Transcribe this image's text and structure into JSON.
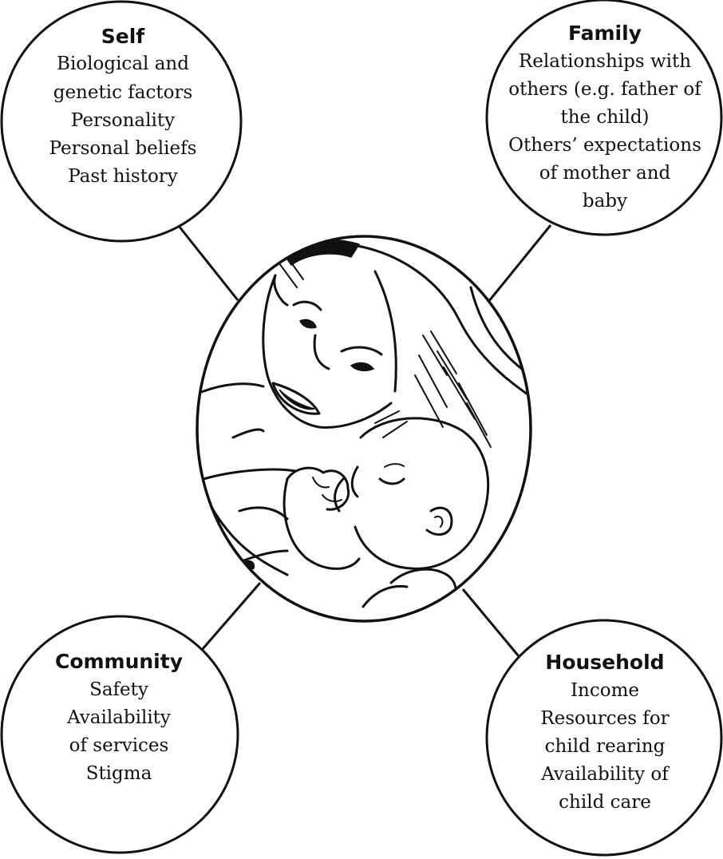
{
  "nodes": {
    "self": {
      "title": "Self",
      "lines": [
        "Biological and",
        "genetic factors",
        "Personality",
        "Personal beliefs",
        "Past history"
      ]
    },
    "family": {
      "title": "Family",
      "lines": [
        "Relationships with",
        "others (e.g. father of",
        "the child)",
        "Others’ expectations",
        "of mother and",
        "baby"
      ]
    },
    "community": {
      "title": "Community",
      "lines": [
        "Safety",
        "Availability",
        "of services",
        "Stigma"
      ]
    },
    "household": {
      "title": "Household",
      "lines": [
        "Income",
        "Resources for",
        "child rearing",
        "Availability of",
        "child care"
      ]
    }
  }
}
